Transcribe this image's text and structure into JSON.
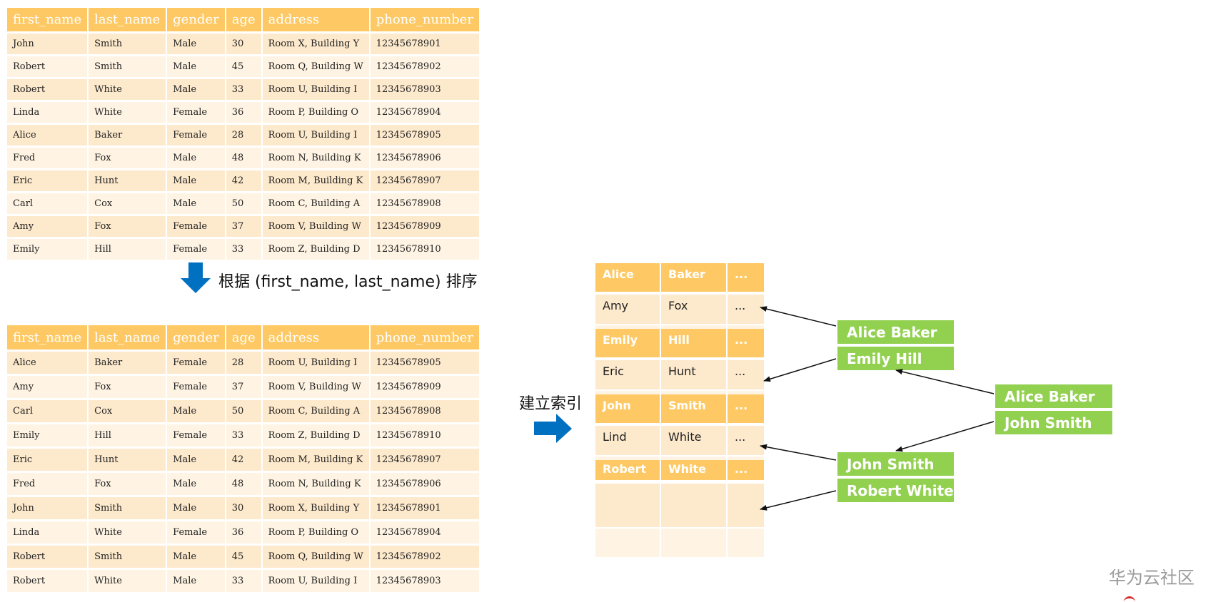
{
  "columns": [
    "first_name",
    "last_name",
    "gender",
    "age",
    "address",
    "phone_number"
  ],
  "original_rows": [
    [
      "John",
      "Smith",
      "Male",
      "30",
      "Room X, Building Y",
      "12345678901"
    ],
    [
      "Robert",
      "Smith",
      "Male",
      "45",
      "Room Q, Building W",
      "12345678902"
    ],
    [
      "Robert",
      "White",
      "Male",
      "33",
      "Room U, Building I",
      "12345678903"
    ],
    [
      "Linda",
      "White",
      "Female",
      "36",
      "Room P, Building O",
      "12345678904"
    ],
    [
      "Alice",
      "Baker",
      "Female",
      "28",
      "Room U, Building I",
      "12345678905"
    ],
    [
      "Fred",
      "Fox",
      "Male",
      "48",
      "Room N, Building K",
      "12345678906"
    ],
    [
      "Eric",
      "Hunt",
      "Male",
      "42",
      "Room M, Building K",
      "12345678907"
    ],
    [
      "Carl",
      "Cox",
      "Male",
      "50",
      "Room C, Building A",
      "12345678908"
    ],
    [
      "Amy",
      "Fox",
      "Female",
      "37",
      "Room V, Building W",
      "12345678909"
    ],
    [
      "Emily",
      "Hill",
      "Female",
      "33",
      "Room Z, Building D",
      "12345678910"
    ]
  ],
  "sort_caption": "根据 (first_name, last_name) 排序",
  "sorted_rows": [
    [
      "Alice",
      "Baker",
      "Female",
      "28",
      "Room U, Building I",
      "12345678905"
    ],
    [
      "Amy",
      "Fox",
      "Female",
      "37",
      "Room V, Building W",
      "12345678909"
    ],
    [
      "Carl",
      "Cox",
      "Male",
      "50",
      "Room C, Building A",
      "12345678908"
    ],
    [
      "Emily",
      "Hill",
      "Female",
      "33",
      "Room Z, Building D",
      "12345678910"
    ],
    [
      "Eric",
      "Hunt",
      "Male",
      "42",
      "Room M, Building K",
      "12345678907"
    ],
    [
      "Fred",
      "Fox",
      "Male",
      "48",
      "Room N, Building K",
      "12345678906"
    ],
    [
      "John",
      "Smith",
      "Male",
      "30",
      "Room X, Building Y",
      "12345678901"
    ],
    [
      "Linda",
      "White",
      "Female",
      "36",
      "Room P, Building O",
      "12345678904"
    ],
    [
      "Robert",
      "Smith",
      "Male",
      "45",
      "Room Q, Building W",
      "12345678902"
    ],
    [
      "Robert",
      "White",
      "Male",
      "33",
      "Room U, Building I",
      "12345678903"
    ]
  ],
  "index_caption": "建立索引",
  "index_pages": [
    {
      "key": [
        "Alice",
        "Baker",
        "..."
      ],
      "next": [
        "Amy",
        "Fox",
        "..."
      ]
    },
    {
      "key": [
        "Emily",
        "Hill",
        "..."
      ],
      "next": [
        "Eric",
        "Hunt",
        "..."
      ]
    },
    {
      "key": [
        "John",
        "Smith",
        "..."
      ],
      "next": [
        "Lind",
        "White",
        "..."
      ]
    },
    {
      "key": [
        "Robert",
        "White",
        "..."
      ],
      "next": [
        "",
        "",
        ""
      ]
    }
  ],
  "btree_level1": [
    "Alice Baker",
    "Emily Hill",
    "John Smith",
    "Robert White"
  ],
  "btree_root": [
    "Alice Baker",
    "John Smith"
  ],
  "watermark": "华为云社区",
  "colors": {
    "header": "#fec964",
    "row_even": "#fde9cc",
    "row_odd": "#fff4e3",
    "node": "#92d050",
    "arrow": "#0070c0",
    "link": "#111111"
  }
}
